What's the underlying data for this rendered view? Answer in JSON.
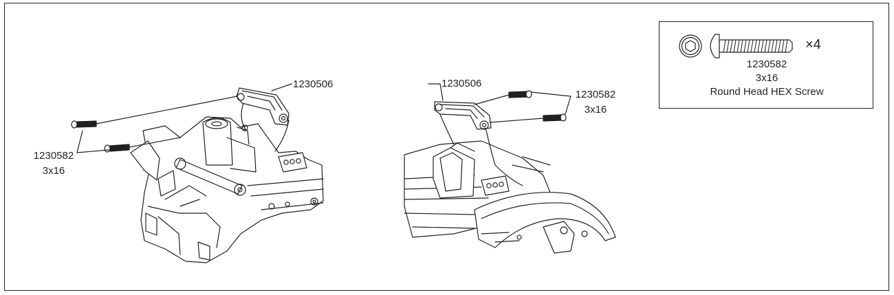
{
  "left_view": {
    "bracket_label": "1230506",
    "screw_label_part": "1230582",
    "screw_label_size": "3x16"
  },
  "right_view": {
    "bracket_label": "1230506",
    "screw_label_part": "1230582",
    "screw_label_size": "3x16"
  },
  "hardware": {
    "quantity": "×4",
    "part_number": "1230582",
    "size": "3x16",
    "description": "Round Head HEX Screw",
    "icons": [
      "hex-socket-head-icon",
      "round-head-screw-icon"
    ]
  },
  "colors": {
    "line": "#231f20",
    "background": "#ffffff"
  }
}
